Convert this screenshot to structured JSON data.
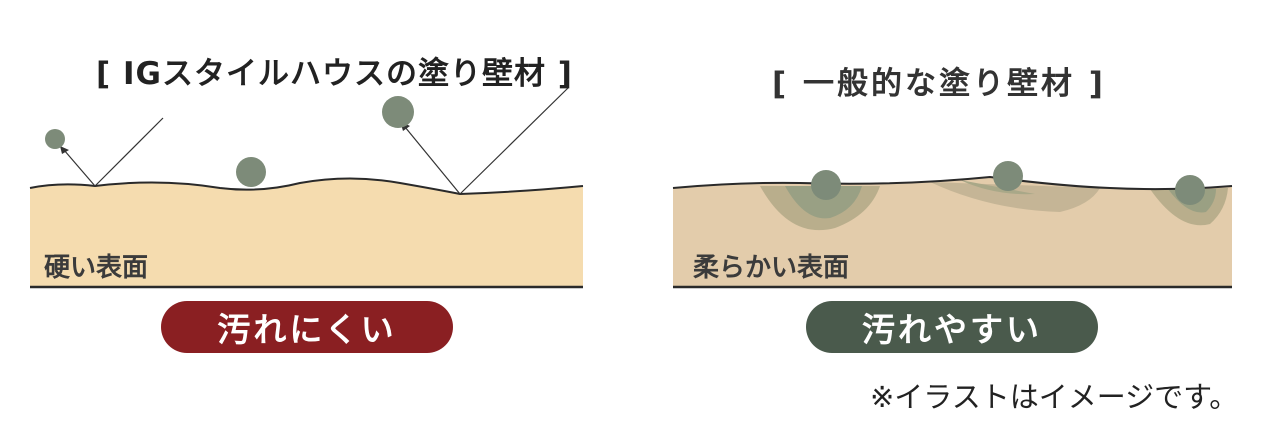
{
  "left_panel": {
    "title": "[ IGスタイルハウスの塗り壁材 ]",
    "surface_label": "硬い表面",
    "result_label": "汚れにくい",
    "result_color": "#8a1f22",
    "surface_color": "#f5dcaf"
  },
  "right_panel": {
    "title": "[ 一般的な塗り壁材 ]",
    "surface_label": "柔らかい表面",
    "result_label": "汚れやすい",
    "result_color": "#4a5a4c",
    "surface_color": "#e3ccab"
  },
  "note": "※イラストはイメージです。",
  "particle_color": "#7d8b79"
}
